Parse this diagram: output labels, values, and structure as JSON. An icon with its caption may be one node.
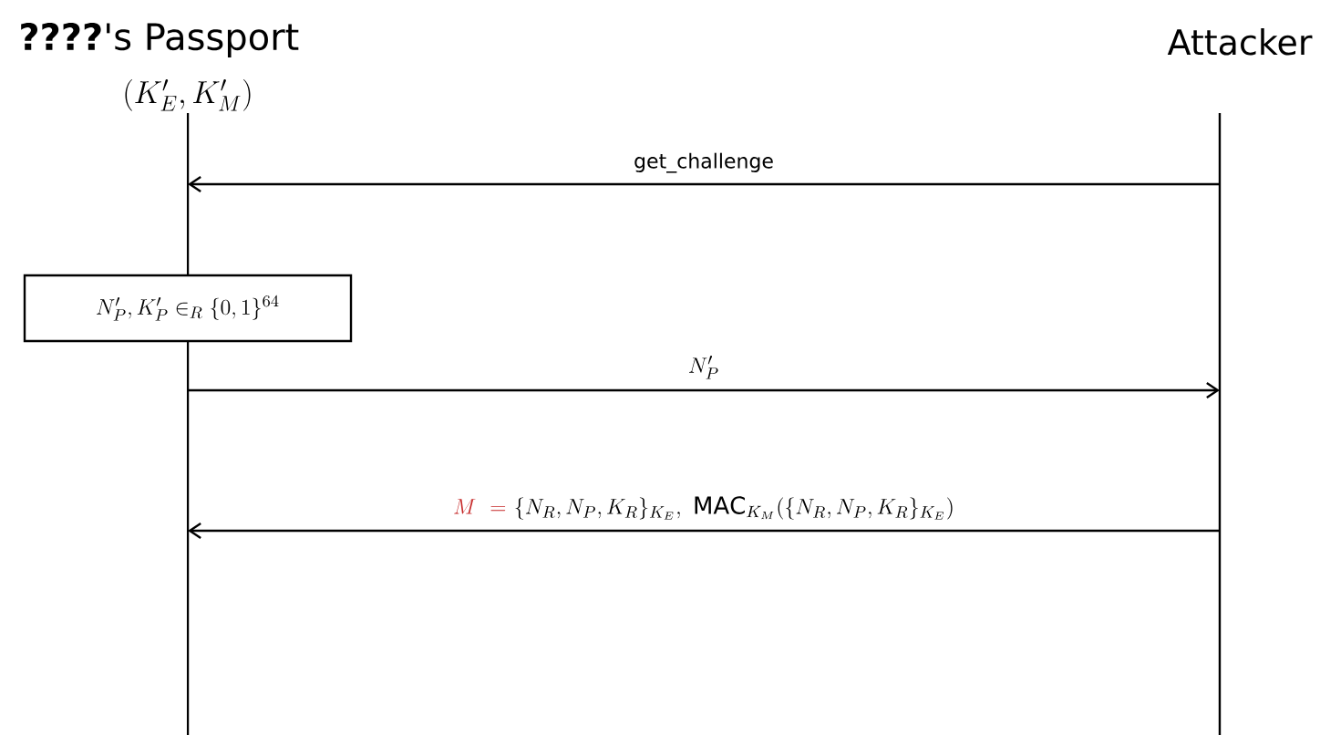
{
  "diagram": {
    "nodes": [
      {
        "text": [
          "**????**'s Passport",
          "(K'_E,K'_M)"
        ]
      },
      {
        "text": [
          "Attacker"
        ]
      },
      {
        "text": [
          "N'_P, K'_P \\in_R \\{0,1\\}^{64}"
        ]
      }
    ],
    "edges": [
      {
        "from": 1,
        "to": 0,
        "arrow": "to",
        "label": "get_challenge"
      },
      {
        "from": 0,
        "to": 1,
        "arrow": "to",
        "label": "N'_P"
      },
      {
        "from": 1,
        "to": 0,
        "arrow": "to",
        "label": "{\\color[HTML]{C62828}M\\ =}\\ \\{N_R, N_P, K_R\\}_{K_E},\\ \\mathrm{MAC}_{K_M}(\\{N_R, N_P, K_R\\}_{K_E})"
      }
    ]
  }
}
